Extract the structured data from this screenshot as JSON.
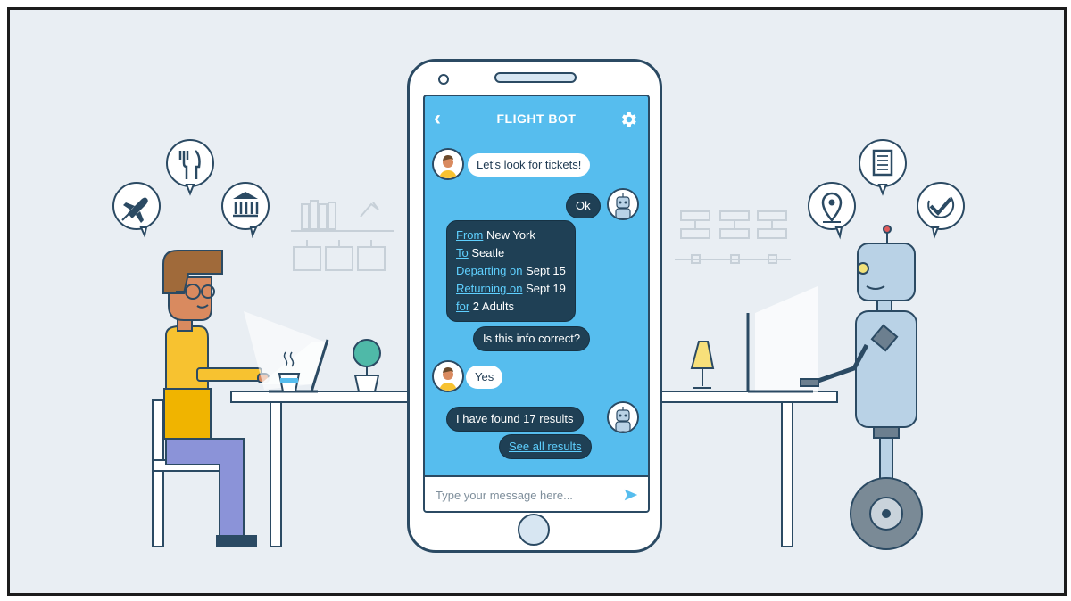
{
  "app": {
    "title": "FLIGHT BOT"
  },
  "messages": [
    {
      "sender": "user",
      "text": "Let's look for tickets!"
    },
    {
      "sender": "bot",
      "text": "Ok"
    },
    {
      "sender": "bot",
      "type": "summary",
      "rows": [
        {
          "label": "From",
          "value": "New York"
        },
        {
          "label": "To",
          "value": "Seatle"
        },
        {
          "label": "Departing on",
          "value": "Sept 15"
        },
        {
          "label": "Returning on",
          "value": "Sept 19"
        },
        {
          "label": "for",
          "value": "2 Adults"
        }
      ]
    },
    {
      "sender": "bot",
      "text": "Is this info correct?"
    },
    {
      "sender": "user",
      "text": "Yes"
    },
    {
      "sender": "bot",
      "text": "I have found 17 results"
    },
    {
      "sender": "bot",
      "text": "See all results",
      "link": true
    }
  ],
  "composer": {
    "placeholder": "Type your message here..."
  },
  "icons": {
    "back": "chevron-left-icon",
    "settings": "gear-icon",
    "send": "send-icon",
    "user_thoughts": [
      "airplane-icon",
      "fork-knife-icon",
      "bank-icon"
    ],
    "robot_thoughts": [
      "location-pin-icon",
      "document-icon",
      "checkmark-icon"
    ]
  },
  "colors": {
    "background": "#e9eef3",
    "screen": "#56bdee",
    "bot_bubble": "#1f4055",
    "user_bubble": "#ffffff",
    "outline": "#2b4a63",
    "link": "#5fd0ff"
  }
}
